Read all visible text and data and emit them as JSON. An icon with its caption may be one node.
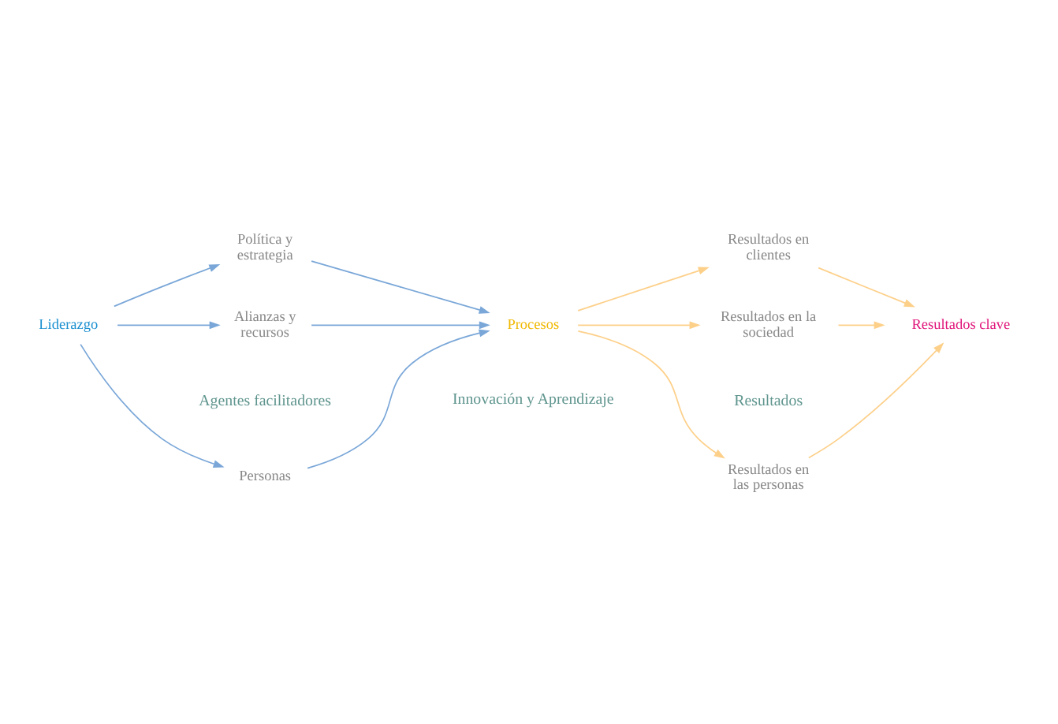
{
  "diagram": {
    "nodes": [
      {
        "text": [
          "Liderazgo"
        ]
      },
      {
        "text": [
          "Personas"
        ]
      },
      {
        "text": [
          "Política y estrategia"
        ]
      },
      {
        "text": [
          "Alianzas y recursos"
        ]
      },
      {
        "text": [
          "Procesos"
        ]
      },
      {
        "text": [
          "Resultados en las personas"
        ]
      },
      {
        "text": [
          "Resultados en clientes"
        ]
      },
      {
        "text": [
          "Resultados en la sociedad"
        ]
      },
      {
        "text": [
          "Resultados clave"
        ]
      }
    ],
    "edges": [
      {
        "from": 0,
        "to": 1,
        "arrow": "to",
        "color": "#7aa7d8"
      },
      {
        "from": 0,
        "to": 2,
        "arrow": "to",
        "color": "#7aa7d8"
      },
      {
        "from": 0,
        "to": 3,
        "arrow": "to",
        "color": "#7aa7d8"
      },
      {
        "from": 1,
        "to": 4,
        "arrow": "to",
        "color": "#7aa7d8"
      },
      {
        "from": 2,
        "to": 4,
        "arrow": "to",
        "color": "#7aa7d8"
      },
      {
        "from": 3,
        "to": 4,
        "arrow": "to",
        "color": "#7aa7d8"
      },
      {
        "from": 4,
        "to": 5,
        "arrow": "to",
        "color": "#fdd08a"
      },
      {
        "from": 4,
        "to": 6,
        "arrow": "to",
        "color": "#fdd08a"
      },
      {
        "from": 4,
        "to": 7,
        "arrow": "to",
        "color": "#fdd08a"
      },
      {
        "from": 5,
        "to": 8,
        "arrow": "to",
        "color": "#fdd08a"
      },
      {
        "from": 6,
        "to": 8,
        "arrow": "to",
        "color": "#fdd08a"
      },
      {
        "from": 7,
        "to": 8,
        "arrow": "to",
        "color": "#fdd08a"
      }
    ],
    "labels": [
      "Agentes facilitadores",
      "Resultados",
      "Innovación y Aprendizaje"
    ]
  }
}
